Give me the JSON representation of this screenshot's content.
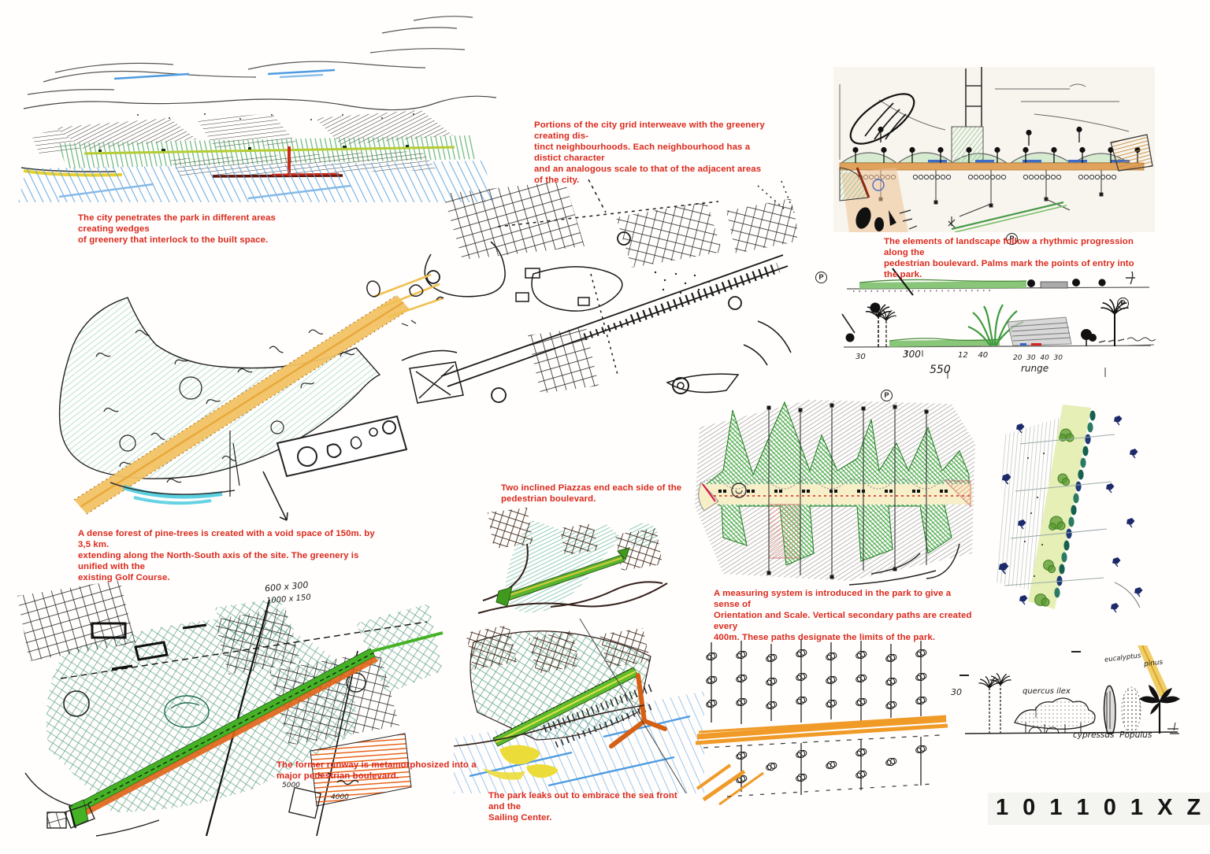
{
  "board": {
    "code": "1 0 1 1 0 1 X Z"
  },
  "palette": {
    "annotation_red": "#da291c",
    "runway_green": "#4db52c",
    "park_teal": "#3f9173",
    "sea_blue": "#5aa2de",
    "runway_sand": "#f2c264",
    "boulevard_orange": "#f09a28",
    "navy_palm": "#1c2a6a"
  },
  "annotations": {
    "city_grid": "Portions of the city grid interweave with the greenery creating dis-\ntinct neighbourhoods. Each neighbourhood has a distict character\nand an analogous scale to that of the adjacent areas of the city.",
    "wedges": "The city penetrates the park in different areas creating wedges\nof greenery that interlock to the built space.",
    "rhythm": "The elements of landscape follow a rhythmic progression along the\npedestrian boulevard. Palms mark the points of entry into the park.",
    "piazzas": "Two inclined Piazzas end each side of the\npedestrian boulevard.",
    "forest": "A dense forest of pine-trees is created with a void space of 150m. by 3,5 km.\nextending along the North-South axis of the site. The greenery is unified with the\nexisting Golf Course.",
    "measuring": "A measuring system is introduced in the park to give a sense of\nOrientation and Scale. Vertical secondary paths are created every\n400m. These paths designate the limits of the park.",
    "runway": "The former runway is metamorphosized into a\nmajor pedestrian boulevard.",
    "sea_front": "The park leaks out to embrace the sea front and the\nSailing Center."
  },
  "plan_symbols": {
    "parking": "P"
  },
  "handwritten": {
    "sec_30": "30",
    "sec_300": "300",
    "sec_12_40": "12    40",
    "sec_20_40": "20  30  40  30",
    "sec_550": "550",
    "sec_runge": "runge",
    "plan_600": "600 x 300",
    "plan_1000": "1000 x 150",
    "plan_5000": "5000",
    "plan_4000": "4000",
    "sp_quercus": "quercus ilex",
    "sp_cypress": "cypressus  Populus",
    "sp_eucalyptus": "eucalyptus",
    "sp_pinus": "pinus",
    "sp_30": "30"
  }
}
